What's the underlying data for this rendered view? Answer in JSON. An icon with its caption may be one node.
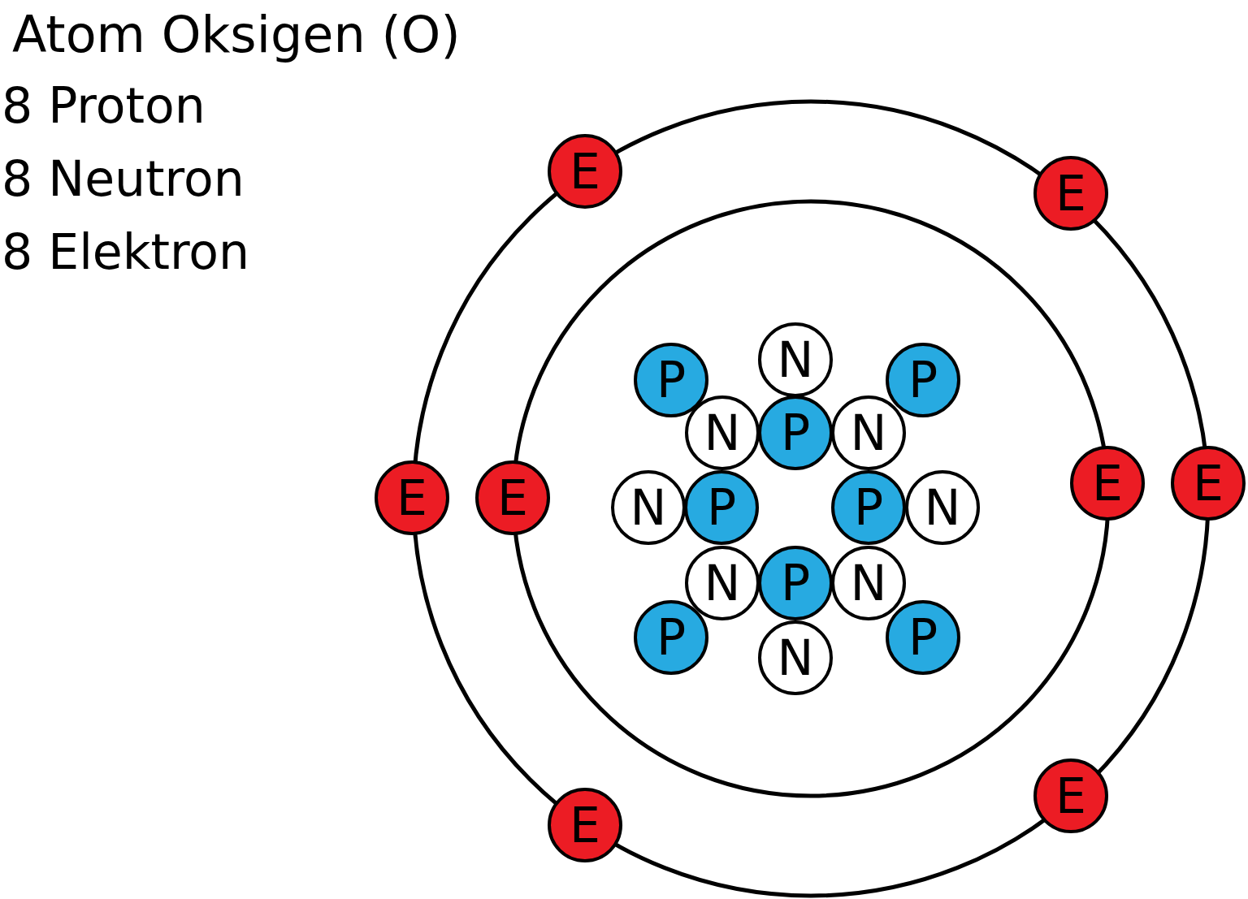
{
  "diagram": {
    "title": "Atom Oksigen (O)",
    "nodes": [
      {
        "text": [
          "E"
        ]
      },
      {
        "text": [
          "E"
        ]
      },
      {
        "text": [
          "N"
        ]
      },
      {
        "text": [
          "P"
        ]
      },
      {
        "text": [
          "P"
        ]
      },
      {
        "text": [
          "N"
        ]
      },
      {
        "text": [
          "P"
        ]
      },
      {
        "text": [
          "N"
        ]
      },
      {
        "text": [
          "E"
        ]
      },
      {
        "text": [
          "E"
        ]
      },
      {
        "text": [
          "E"
        ]
      },
      {
        "text": [
          "E"
        ]
      },
      {
        "text": [
          "N"
        ]
      },
      {
        "text": [
          "P"
        ]
      },
      {
        "text": [
          "P"
        ]
      },
      {
        "text": [
          "N"
        ]
      },
      {
        "text": [
          "N"
        ]
      },
      {
        "text": [
          "P"
        ]
      },
      {
        "text": [
          "N"
        ]
      },
      {
        "text": [
          "P"
        ]
      },
      {
        "text": [
          "P"
        ]
      },
      {
        "text": [
          "N"
        ]
      },
      {
        "text": [
          "E"
        ]
      },
      {
        "text": [
          "E"
        ]
      }
    ],
    "edges": [],
    "labels": [
      "8 Proton",
      "8 Neutron",
      "8 Elektron"
    ]
  }
}
